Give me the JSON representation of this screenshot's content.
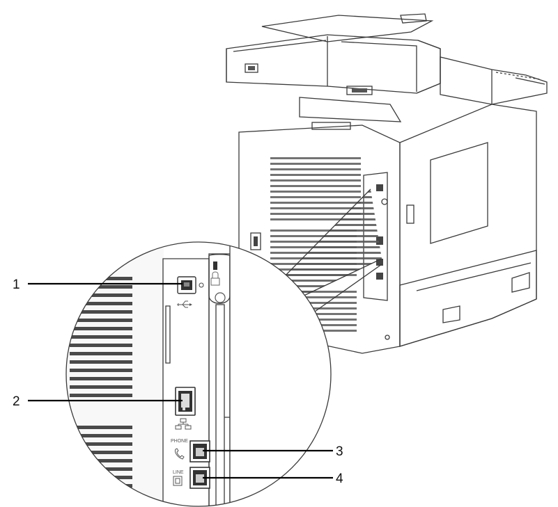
{
  "diagram": {
    "callouts": [
      {
        "number": "1",
        "port": "usb-port"
      },
      {
        "number": "2",
        "port": "ethernet-port"
      },
      {
        "number": "3",
        "port": "phone-jack"
      },
      {
        "number": "4",
        "port": "line-jack"
      }
    ],
    "port_labels": {
      "phone": "PHONE",
      "line": "LINE"
    },
    "icons": [
      "usb-icon",
      "network-icon",
      "phone-icon",
      "line-icon",
      "lock-slot-icon"
    ],
    "colors": {
      "background": "#ffffff",
      "outline": "#3a3a3a",
      "printer_body": "#f4f4f4",
      "vent": "#555555",
      "callout_line": "#000000"
    }
  }
}
